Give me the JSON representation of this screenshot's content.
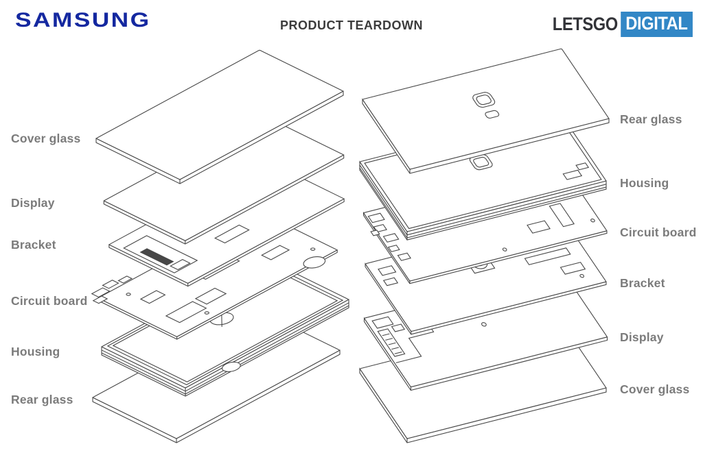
{
  "header": {
    "brand": "SAMSUNG",
    "title": "PRODUCT TEARDOWN",
    "site_logo": {
      "primary": "LETSGO",
      "badge": "DIGITAL"
    }
  },
  "colors": {
    "samsung_blue": "#1428A0",
    "badge_blue": "#3287C6",
    "label_gray": "#7B7B7B",
    "line_gray": "#474747",
    "title_gray": "#3C3C3C"
  },
  "front_teardown": {
    "labels": [
      "Cover glass",
      "Display",
      "Bracket",
      "Circuit board",
      "Housing",
      "Rear glass"
    ]
  },
  "rear_teardown": {
    "labels": [
      "Rear glass",
      "Housing",
      "Circuit board",
      "Bracket",
      "Display",
      "Cover glass"
    ]
  }
}
